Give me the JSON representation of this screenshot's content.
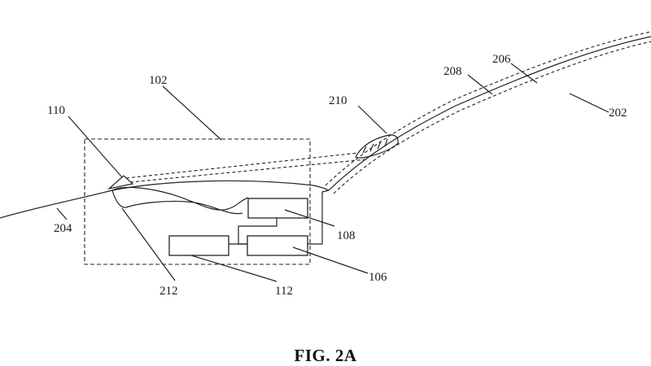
{
  "figure": {
    "caption": "FIG. 2A",
    "labels": {
      "r102": "102",
      "r110": "110",
      "r204": "204",
      "r212": "212",
      "r112": "112",
      "r108": "108",
      "r106": "106",
      "r210": "210",
      "r208": "208",
      "r206": "206",
      "r202": "202"
    }
  }
}
